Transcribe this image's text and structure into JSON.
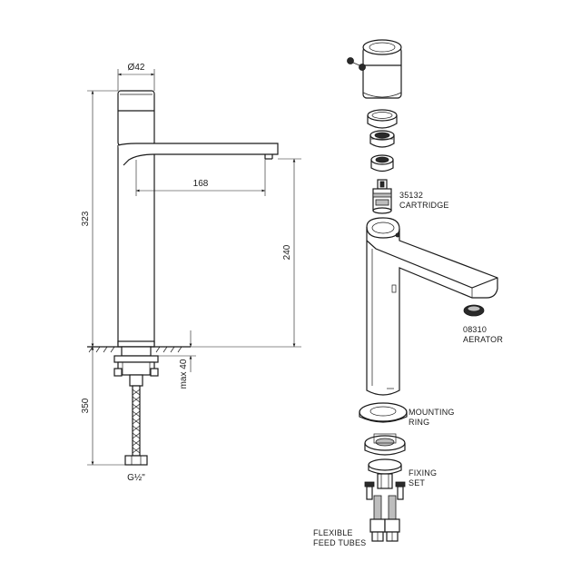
{
  "dimensions": {
    "diameter": "Ø42",
    "spout_reach": "168",
    "total_height": "323",
    "spout_height": "240",
    "below_deck": "350",
    "max_deck": "max 40",
    "thread": "G½\""
  },
  "parts": {
    "cartridge_code": "35132",
    "cartridge_name": "CARTRIDGE",
    "aerator_code": "08310",
    "aerator_name": "AERATOR",
    "mounting_ring_1": "MOUNTING",
    "mounting_ring_2": "RING",
    "fixing_set_1": "FIXING",
    "fixing_set_2": "SET",
    "feed_tubes_1": "FLEXIBLE",
    "feed_tubes_2": "FEED TUBES"
  }
}
